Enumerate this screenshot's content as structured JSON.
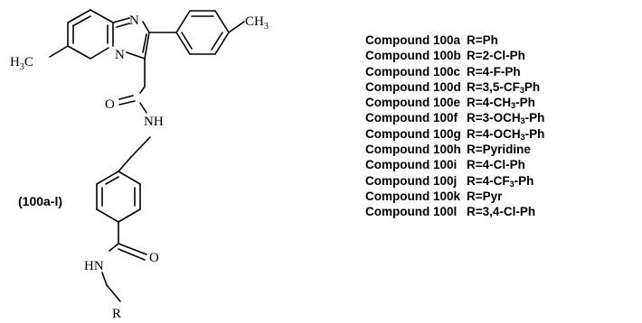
{
  "structure": {
    "atoms": {
      "n_imine": "N",
      "n_bridge": "N",
      "methyl_left": {
        "main": "H",
        "sub": "3",
        "tail": "C"
      },
      "methyl_right": {
        "main": "CH",
        "sub": "3"
      },
      "carbonyl_o1": "O",
      "amide_nh1": "NH",
      "carbonyl_o2": "O",
      "amide_nh2": "HN",
      "r_group": "R"
    },
    "series_label": "(100a-l)"
  },
  "compounds": [
    {
      "name": "Compound 100a",
      "r": [
        {
          "t": "R=Ph"
        }
      ]
    },
    {
      "name": "Compound 100b",
      "r": [
        {
          "t": "R=2-Cl-Ph"
        }
      ]
    },
    {
      "name": "Compound 100c",
      "r": [
        {
          "t": "R=4-F-Ph"
        }
      ]
    },
    {
      "name": "Compound 100d",
      "r": [
        {
          "t": "R=3,5-CF"
        },
        {
          "sub": "3"
        },
        {
          "t": "Ph"
        }
      ]
    },
    {
      "name": "Compound 100e",
      "r": [
        {
          "t": "R=4-CH"
        },
        {
          "sub": "3"
        },
        {
          "t": "-Ph"
        }
      ]
    },
    {
      "name": "Compound 100f",
      "r": [
        {
          "t": "R=3-OCH"
        },
        {
          "sub": "3"
        },
        {
          "t": "-Ph"
        }
      ]
    },
    {
      "name": "Compound 100g",
      "r": [
        {
          "t": "R=4-OCH"
        },
        {
          "sub": "3"
        },
        {
          "t": "-Ph"
        }
      ]
    },
    {
      "name": "Compound 100h",
      "r": [
        {
          "t": "R=Pyridine"
        }
      ]
    },
    {
      "name": "Compound 100i",
      "r": [
        {
          "t": "R=4-Cl-Ph"
        }
      ]
    },
    {
      "name": "Compound 100j",
      "r": [
        {
          "t": "R=4-CF"
        },
        {
          "sub": "3"
        },
        {
          "t": "-Ph"
        }
      ]
    },
    {
      "name": "Compound 100k",
      "r": [
        {
          "t": "R=Pyr"
        }
      ]
    },
    {
      "name": "Compound 100l",
      "r": [
        {
          "t": "R=3,4-Cl-Ph"
        }
      ]
    }
  ]
}
